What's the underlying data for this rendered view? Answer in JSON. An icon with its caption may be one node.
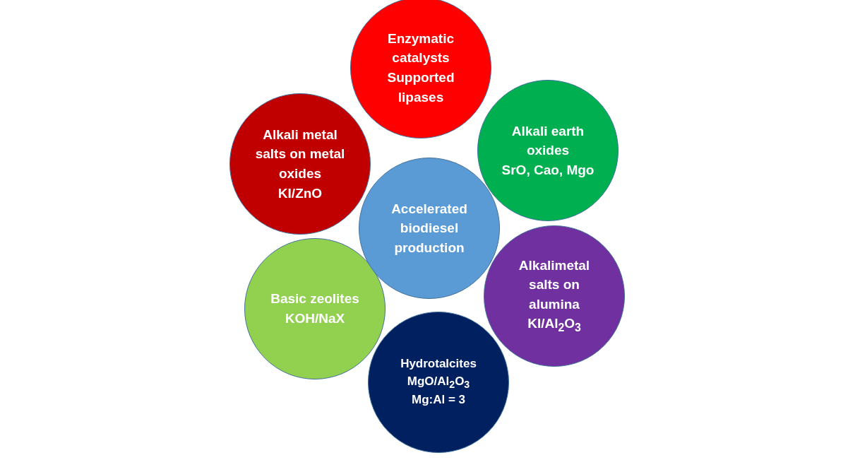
{
  "diagram": {
    "nodes": [
      {
        "text": [
          "Accelerated biodiesel production"
        ]
      },
      {
        "text": [
          "Enzymatic catalysts",
          "Supported lipases"
        ]
      },
      {
        "text": [
          "Alkali earth oxides",
          "SrO, Cao, Mgo"
        ]
      },
      {
        "text": [
          "Alkalimetal salts on alumina",
          "KI/Al$_{2}$O$_{3}$"
        ]
      },
      {
        "text": [
          "Hydrotalcites",
          "MgO/Al$_{2}$O$_{3}$",
          "Mg:Al = 3"
        ]
      },
      {
        "text": [
          "Basic zeolites",
          "KOH/NaX"
        ]
      },
      {
        "text": [
          "Alkali metal salts on metal oxides",
          "KI/ZnO"
        ]
      }
    ]
  }
}
